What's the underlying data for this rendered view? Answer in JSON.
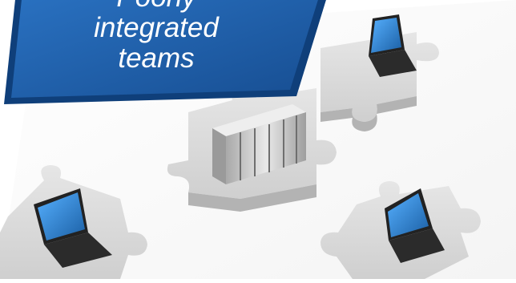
{
  "banner": {
    "lines": [
      "Poorly",
      "integrated",
      "teams"
    ],
    "colors": {
      "fill": "#1f5faa",
      "edge": "#0f3f7a",
      "text": "#ffffff"
    }
  },
  "scene": {
    "pieces": [
      {
        "type": "puzzle-piece",
        "holds": "laptop"
      },
      {
        "type": "puzzle-piece",
        "holds": "server-rack"
      },
      {
        "type": "puzzle-piece",
        "holds": "laptop"
      },
      {
        "type": "puzzle-piece",
        "holds": "laptop"
      }
    ],
    "colors": {
      "puzzle": "#d9d9d9",
      "puzzle_shade": "#b3b3b3",
      "laptop_body": "#2b2b2b",
      "laptop_screen": "#2a87d6"
    }
  }
}
